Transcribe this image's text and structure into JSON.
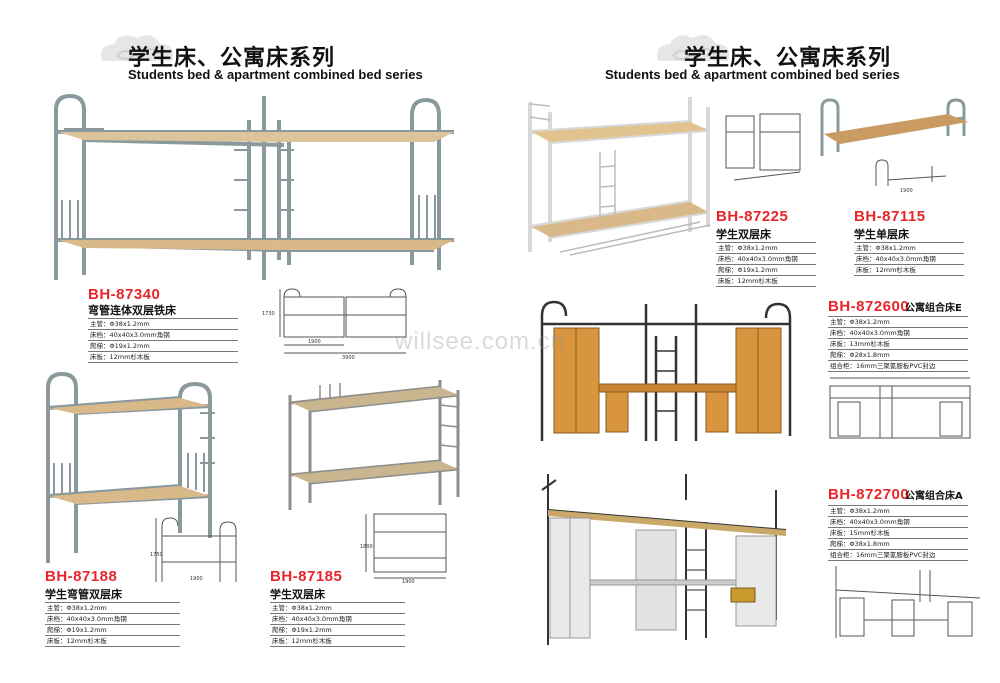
{
  "watermark": "willsee.com.cn",
  "left_page": {
    "title_cn": "学生床、公寓床系列",
    "title_en": "Students bed & apartment combined bed series"
  },
  "right_page": {
    "title_cn": "学生床、公寓床系列",
    "title_en": "Students bed & apartment combined bed series"
  },
  "products": [
    {
      "code": "BH-87340",
      "name": "弯管连体双层铁床",
      "specs": [
        "主管：Φ38x1.2mm",
        "床档：40x40x3.0mm角钢",
        "爬梯：Φ19x1.2mm",
        "床板：12mm杉木板"
      ],
      "dims": [
        "1730",
        "1900",
        "3900"
      ]
    },
    {
      "code": "BH-87188",
      "name": "学生弯管双层床",
      "specs": [
        "主管：Φ38x1.2mm",
        "床档：40x40x3.0mm角钢",
        "爬梯：Φ19x1.2mm",
        "床板：12mm杉木板"
      ],
      "dims": [
        "1750",
        "1900"
      ]
    },
    {
      "code": "BH-87185",
      "name": "学生双层床",
      "specs": [
        "主管：Φ38x1.2mm",
        "床档：40x40x3.0mm角钢",
        "爬梯：Φ19x1.2mm",
        "床板：12mm杉木板"
      ],
      "dims": [
        "1800",
        "1900"
      ]
    },
    {
      "code": "BH-87225",
      "name": "学生双层床",
      "specs": [
        "主管：Φ38x1.2mm",
        "床档：40x40x3.0mm角钢",
        "爬梯：Φ19x1.2mm",
        "床板：12mm杉木板"
      ]
    },
    {
      "code": "BH-87115",
      "name": "学生单层床",
      "specs": [
        "主管：Φ38x1.2mm",
        "床档：40x40x3.0mm角钢",
        "床板：12mm杉木板"
      ],
      "dims": [
        "1900"
      ]
    },
    {
      "code": "BH-872600",
      "name": "公寓组合床E",
      "specs": [
        "主管：Φ38x1.2mm",
        "床档：40x40x3.0mm角钢",
        "床板：13mm杉木板",
        "爬梯：Φ28x1.8mm",
        "组合柜：16mm三聚氰胺板PVC封边"
      ]
    },
    {
      "code": "BH-872700",
      "name": "公寓组合床A",
      "specs": [
        "主管：Φ38x1.2mm",
        "床档：40x40x3.0mm角钢",
        "床板：15mm杉木板",
        "爬梯：Φ38x1.8mm",
        "组合柜：16mm三聚氰胺板PVC封边"
      ]
    }
  ],
  "colors": {
    "code_red": "#e8252a",
    "frame_grey": "#8a9a9c",
    "frame_white": "#eeeeee",
    "wood": "#d9b98a",
    "cabinet_orange": "#d8953e"
  }
}
